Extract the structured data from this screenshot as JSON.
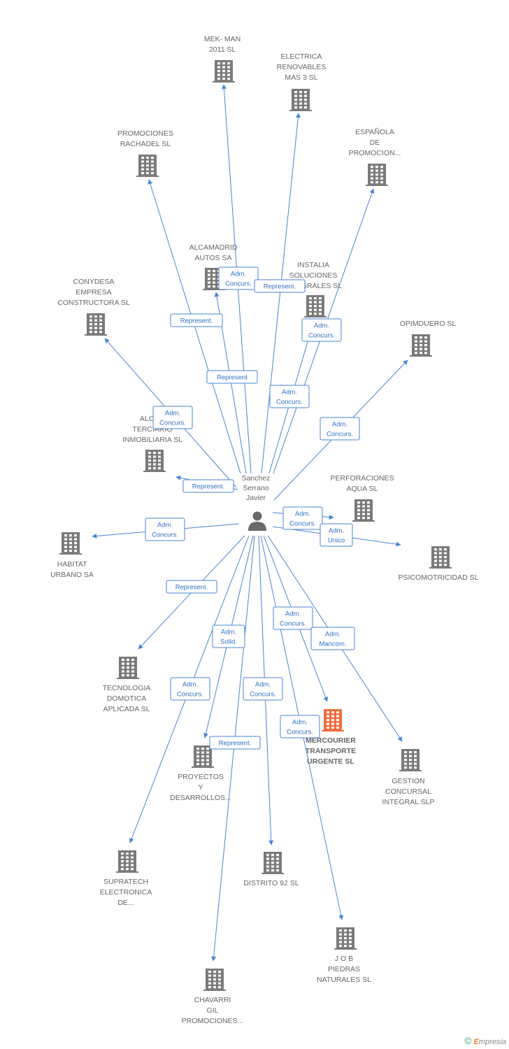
{
  "colors": {
    "edge": "#4a86d4",
    "building": "#7a7a7a",
    "building_highlight": "#f26a3b",
    "person": "#6a6a6a",
    "label": "#666666"
  },
  "person": {
    "name_lines": [
      "Sanchez",
      "Serrano",
      "Javier"
    ],
    "icon": "person-icon"
  },
  "nodes": [
    {
      "id": "mekman",
      "lines": [
        "MEK- MAN",
        "2011 SL"
      ],
      "icon": "building-icon"
    },
    {
      "id": "electrica",
      "lines": [
        "ELECTRICA",
        "RENOVABLES",
        "MAS 3 SL"
      ],
      "icon": "building-icon"
    },
    {
      "id": "espanola",
      "lines": [
        "ESPAÑOLA",
        "DE",
        "PROMOCION..."
      ],
      "icon": "building-icon"
    },
    {
      "id": "rachadel",
      "lines": [
        "PROMOCIONES",
        "RACHADEL SL"
      ],
      "icon": "building-icon"
    },
    {
      "id": "alcamadrid",
      "lines": [
        "ALCAMADRID",
        "AUTOS SA"
      ],
      "icon": "building-icon"
    },
    {
      "id": "instalia",
      "lines": [
        "INSTALIA",
        "SOLUCIONES",
        "INTEGRALES SL"
      ],
      "icon": "building-icon"
    },
    {
      "id": "conydesa",
      "lines": [
        "CONYDESA",
        "EMPRESA",
        "CONSTRUCTORA SL"
      ],
      "icon": "building-icon"
    },
    {
      "id": "opimduero",
      "lines": [
        "OPIMDUERO SL"
      ],
      "icon": "building-icon"
    },
    {
      "id": "alcor",
      "lines": [
        "ALCOR",
        "TERCIARIO",
        "INMOBILIARIA SL"
      ],
      "icon": "building-icon"
    },
    {
      "id": "perforaciones",
      "lines": [
        "PERFORACIONES",
        "AQUA SL"
      ],
      "icon": "building-icon"
    },
    {
      "id": "habitat",
      "lines": [
        "HABITAT",
        "URBANO SA"
      ],
      "icon": "building-icon"
    },
    {
      "id": "psicomotricidad",
      "lines": [
        "PSICOMOTRICIDAD SL"
      ],
      "icon": "building-icon"
    },
    {
      "id": "tecnologia",
      "lines": [
        "TECNOLOGIA",
        "DOMOTICA",
        "APLICADA SL"
      ],
      "icon": "building-icon"
    },
    {
      "id": "mercourier",
      "lines": [
        "MERCOURIER",
        "TRANSPORTE",
        "URGENTE SL"
      ],
      "icon": "building-icon",
      "highlight": true
    },
    {
      "id": "gestion",
      "lines": [
        "GESTION",
        "CONCURSAL",
        "INTEGRAL SLP"
      ],
      "icon": "building-icon"
    },
    {
      "id": "proyectos",
      "lines": [
        "PROYECTOS",
        "Y",
        "DESARROLLOS..."
      ],
      "icon": "building-icon"
    },
    {
      "id": "supratech",
      "lines": [
        "SUPRATECH",
        "ELECTRONICA",
        "DE..."
      ],
      "icon": "building-icon"
    },
    {
      "id": "distrito",
      "lines": [
        "DISTRITO 92 SL"
      ],
      "icon": "building-icon"
    },
    {
      "id": "job",
      "lines": [
        "J O B",
        "PIEDRAS",
        "NATURALES SL"
      ],
      "icon": "building-icon"
    },
    {
      "id": "chavarri",
      "lines": [
        "CHAVARRI",
        "GIL",
        "PROMOCIONES..."
      ],
      "icon": "building-icon"
    }
  ],
  "edges": [
    {
      "to": "mekman",
      "label": [
        "Adm.",
        "Concurs."
      ]
    },
    {
      "to": "electrica",
      "label": [
        "Represent."
      ]
    },
    {
      "to": "espanola",
      "label": [
        "Adm.",
        "Concurs."
      ]
    },
    {
      "to": "rachadel",
      "label": [
        "Represent."
      ]
    },
    {
      "to": "alcamadrid",
      "label": [
        "Represent"
      ]
    },
    {
      "to": "instalia",
      "label": [
        "Adm.",
        "Concurs."
      ]
    },
    {
      "to": "conydesa",
      "label": [
        "Adm.",
        "Concurs."
      ]
    },
    {
      "to": "opimduero",
      "label": [
        "Adm.",
        "Concurs."
      ]
    },
    {
      "to": "alcor",
      "label": [
        "Represent."
      ]
    },
    {
      "to": "perforaciones",
      "label": [
        "Adm.",
        "Concurs."
      ]
    },
    {
      "to": "habitat",
      "label": [
        "Adm.",
        "Concurs."
      ]
    },
    {
      "to": "psicomotricidad",
      "label": [
        "Adm.",
        "Unico"
      ]
    },
    {
      "to": "tecnologia",
      "label": [
        "Represent."
      ]
    },
    {
      "to": "mercourier",
      "label": [
        "Adm.",
        "Concurs."
      ]
    },
    {
      "to": "gestion",
      "label": [
        "Adm.",
        "Mancom."
      ]
    },
    {
      "to": "proyectos",
      "label": [
        "Adm.",
        "Solid."
      ]
    },
    {
      "to": "supratech",
      "label": [
        "Adm.",
        "Concurs."
      ]
    },
    {
      "to": "distrito",
      "label": [
        "Adm.",
        "Concurs."
      ]
    },
    {
      "to": "job",
      "label": [
        "Adm.",
        "Concurs."
      ]
    },
    {
      "to": "chavarri",
      "label": [
        "Represent."
      ]
    }
  ],
  "footer": {
    "copyright": "©",
    "brand_first": "E",
    "brand_rest": "mpresia"
  }
}
